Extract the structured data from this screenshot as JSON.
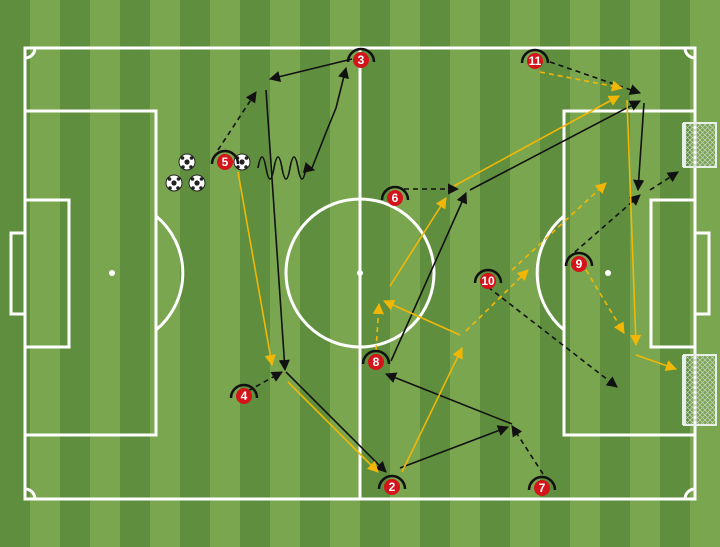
{
  "pitch": {
    "stripe_light": "#7aa64f",
    "stripe_dark": "#5f8f3e",
    "line_color": "#ffffff",
    "goal_net_color": "#e8eee8"
  },
  "colors": {
    "pass_black": "#111111",
    "pass_yellow": "#f2b705",
    "player_fill": "#d4141b",
    "player_text": "#ffffff"
  },
  "players": [
    {
      "id": "2",
      "label": "2"
    },
    {
      "id": "3",
      "label": "3"
    },
    {
      "id": "4",
      "label": "4"
    },
    {
      "id": "5",
      "label": "5"
    },
    {
      "id": "6",
      "label": "6"
    },
    {
      "id": "7",
      "label": "7"
    },
    {
      "id": "8",
      "label": "8"
    },
    {
      "id": "9",
      "label": "9"
    },
    {
      "id": "10",
      "label": "10"
    },
    {
      "id": "11",
      "label": "11"
    }
  ],
  "balls_count": 4
}
